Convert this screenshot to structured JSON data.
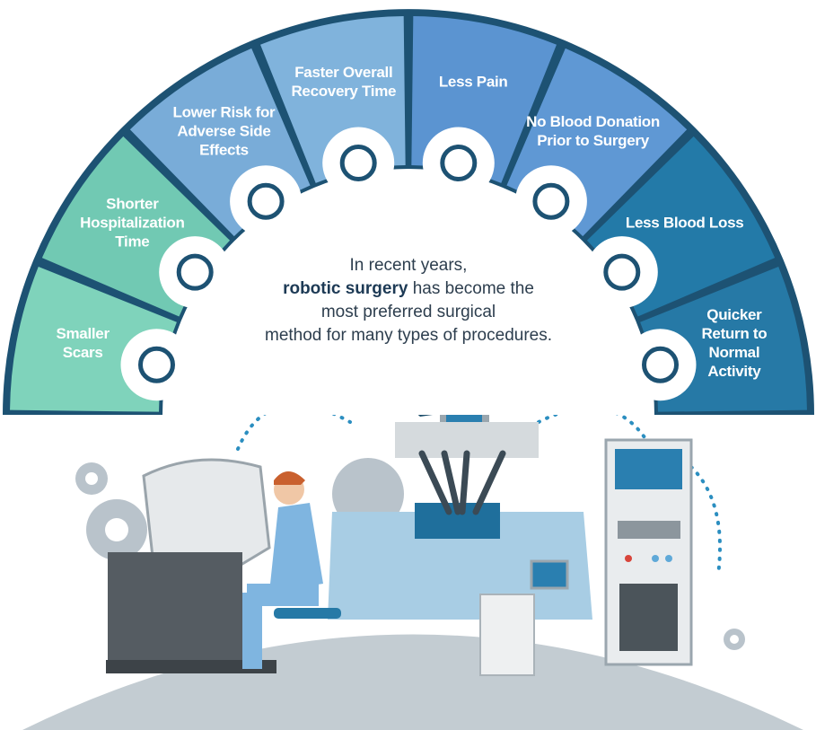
{
  "benefits": [
    {
      "label": "Smaller Scars",
      "icon": "scalpel-icon",
      "color": "#7fd3bb"
    },
    {
      "label": "Shorter Hospitalization Time",
      "icon": "hospital-icon",
      "color": "#71c9b3"
    },
    {
      "label": "Lower Risk for Adverse Side Effects",
      "icon": "brain-atom-icon",
      "color": "#79acd8"
    },
    {
      "label": "Faster Overall Recovery Time",
      "icon": "clock-icon",
      "color": "#80b3dc"
    },
    {
      "label": "Less Pain",
      "icon": "bandage-icon",
      "color": "#5b94d1"
    },
    {
      "label": "No Blood Donation Prior to Surgery",
      "icon": "blood-bag-icon",
      "color": "#5f98d4"
    },
    {
      "label": "Less Blood Loss",
      "icon": "heart-drop-icon",
      "color": "#237aa8"
    },
    {
      "label": "Quicker Return to Normal Activity",
      "icon": "treadmill-icon",
      "color": "#2679a6"
    }
  ],
  "center": {
    "line1": "In recent years,",
    "bold": "robotic surgery",
    "line2_rest": " has become the",
    "line3": "most preferred surgical",
    "line4": "method for many types of procedures."
  },
  "colors": {
    "outline": "#1d5273",
    "gear": "#b9c3cb",
    "floor": "#c3ccd2",
    "dots": "#2b8ec0"
  }
}
